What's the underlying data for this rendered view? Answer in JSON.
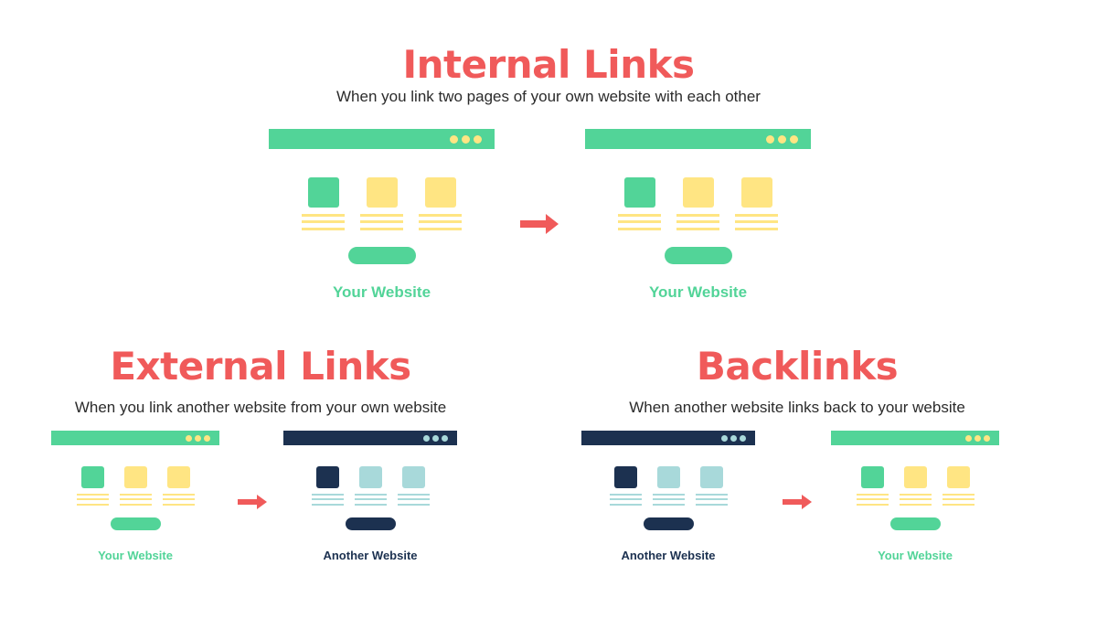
{
  "colors": {
    "title_red": "#f05a5a",
    "green": "#52d498",
    "yellow": "#ffe583",
    "navy": "#1c3150",
    "teal": "#a8d9da",
    "arrow_red": "#f05a5a"
  },
  "sections": {
    "internal": {
      "title": "Internal Links",
      "subtitle": "When you link two pages of your own website with each other",
      "left_label": "Your Website",
      "right_label": "Your Website"
    },
    "external": {
      "title": "External Links",
      "subtitle": "When you link another website from your own website",
      "left_label": "Your Website",
      "right_label": "Another Website"
    },
    "backlinks": {
      "title": "Backlinks",
      "subtitle": "When another website links back to your website",
      "left_label": "Another Website",
      "right_label": "Your Website"
    }
  }
}
